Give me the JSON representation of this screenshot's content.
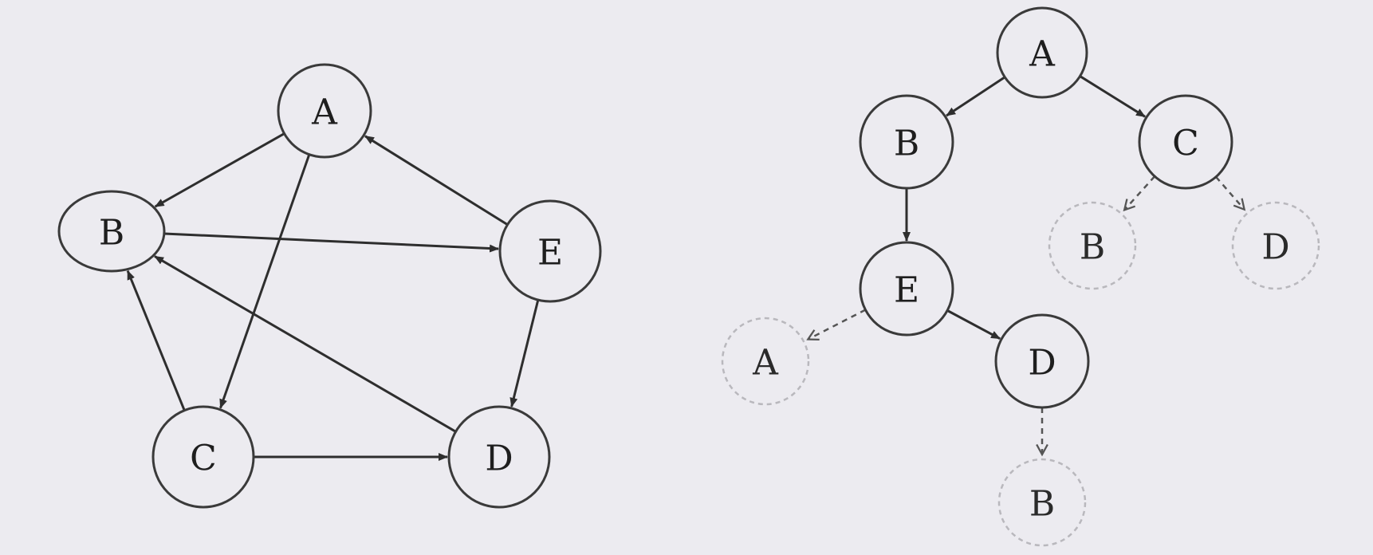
{
  "graph": {
    "nodes": [
      {
        "id": "A",
        "label": "A"
      },
      {
        "id": "B",
        "label": "B"
      },
      {
        "id": "C",
        "label": "C"
      },
      {
        "id": "D",
        "label": "D"
      },
      {
        "id": "E",
        "label": "E"
      }
    ],
    "edges": [
      {
        "from": "A",
        "to": "B"
      },
      {
        "from": "A",
        "to": "C"
      },
      {
        "from": "E",
        "to": "A"
      },
      {
        "from": "B",
        "to": "E"
      },
      {
        "from": "C",
        "to": "B"
      },
      {
        "from": "D",
        "to": "B"
      },
      {
        "from": "C",
        "to": "D"
      },
      {
        "from": "E",
        "to": "D"
      }
    ]
  },
  "tree": {
    "nodes": [
      {
        "id": "t_A",
        "label": "A",
        "visited": true
      },
      {
        "id": "t_B",
        "label": "B",
        "visited": true
      },
      {
        "id": "t_C",
        "label": "C",
        "visited": true
      },
      {
        "id": "t_E",
        "label": "E",
        "visited": true
      },
      {
        "id": "t_D",
        "label": "D",
        "visited": true
      },
      {
        "id": "t_CB",
        "label": "B",
        "visited": false
      },
      {
        "id": "t_CD",
        "label": "D",
        "visited": false
      },
      {
        "id": "t_EA",
        "label": "A",
        "visited": false
      },
      {
        "id": "t_DB",
        "label": "B",
        "visited": false
      }
    ],
    "edges": [
      {
        "from": "t_A",
        "to": "t_B",
        "style": "solid"
      },
      {
        "from": "t_A",
        "to": "t_C",
        "style": "solid"
      },
      {
        "from": "t_B",
        "to": "t_E",
        "style": "solid"
      },
      {
        "from": "t_E",
        "to": "t_D",
        "style": "solid"
      },
      {
        "from": "t_C",
        "to": "t_CB",
        "style": "dashed"
      },
      {
        "from": "t_C",
        "to": "t_CD",
        "style": "dashed"
      },
      {
        "from": "t_E",
        "to": "t_EA",
        "style": "dashed"
      },
      {
        "from": "t_D",
        "to": "t_DB",
        "style": "dashed"
      }
    ]
  }
}
